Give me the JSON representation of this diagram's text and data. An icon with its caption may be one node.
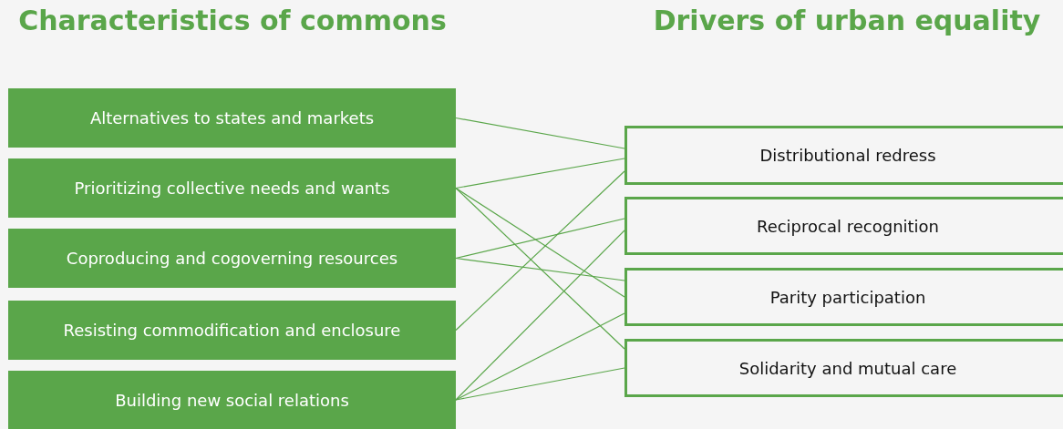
{
  "diagram": {
    "nodes": [
      {
        "text": [
          "Alternatives to states and markets"
        ]
      },
      {
        "text": [
          "Prioritizing collective needs and wants"
        ]
      },
      {
        "text": [
          "Coproducing and cogoverning resources"
        ]
      },
      {
        "text": [
          "Resisting commodification and enclosure"
        ]
      },
      {
        "text": [
          "Building new social relations"
        ]
      },
      {
        "text": [
          "Distributional redress"
        ]
      },
      {
        "text": [
          "Reciprocal recognition"
        ]
      },
      {
        "text": [
          "Parity participation"
        ]
      },
      {
        "text": [
          "Solidarity and mutual care"
        ]
      }
    ],
    "edges": [
      {
        "from": 0,
        "to": 5,
        "arrow": "none"
      },
      {
        "from": 1,
        "to": 5,
        "arrow": "none"
      },
      {
        "from": 1,
        "to": 7,
        "arrow": "none"
      },
      {
        "from": 1,
        "to": 8,
        "arrow": "none"
      },
      {
        "from": 2,
        "to": 6,
        "arrow": "none"
      },
      {
        "from": 2,
        "to": 7,
        "arrow": "none"
      },
      {
        "from": 3,
        "to": 5,
        "arrow": "none"
      },
      {
        "from": 4,
        "to": 6,
        "arrow": "none"
      },
      {
        "from": 4,
        "to": 7,
        "arrow": "none"
      },
      {
        "from": 4,
        "to": 8,
        "arrow": "none"
      }
    ],
    "labels": [
      "Characteristics of commons",
      "Drivers of urban equality"
    ]
  }
}
